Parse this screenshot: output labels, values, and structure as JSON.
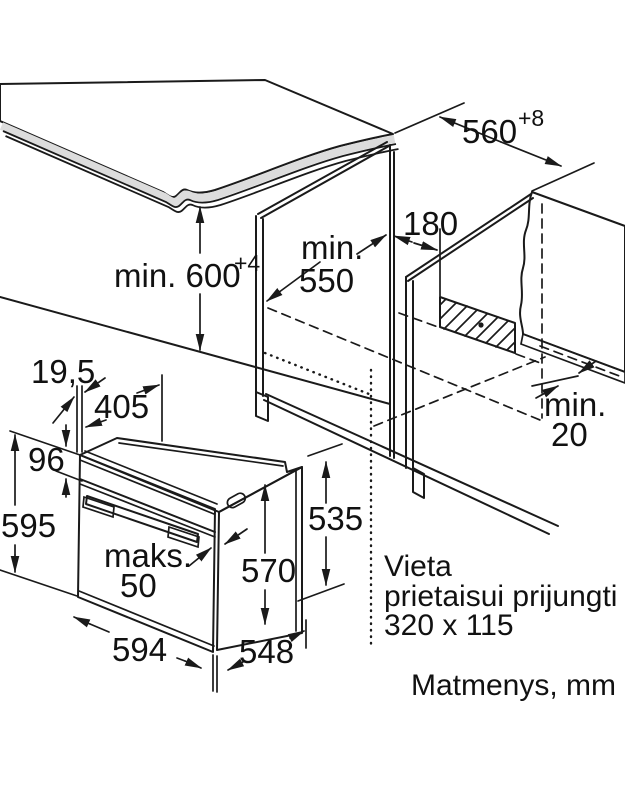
{
  "diagram": {
    "kind": "built-in oven installation drawing",
    "footer": "Matmenys, mm",
    "connection_note": {
      "line1": "Vieta",
      "line2": "prietaisui prijungti",
      "line3": "320 x 115"
    },
    "dimensions": {
      "niche_height": {
        "text": "min. 600",
        "sup": "+4"
      },
      "niche_width": {
        "text": "560",
        "sup": "+8"
      },
      "niche_depth": {
        "word": "min.",
        "value": "550"
      },
      "connection_offset": {
        "value": "180"
      },
      "rear_clearance": {
        "word": "min.",
        "value": "20"
      },
      "frame_overhang": {
        "value": "19,5"
      },
      "top_depth": {
        "value": "405"
      },
      "control_panel_height": {
        "value": "96"
      },
      "appliance_height": {
        "value": "595"
      },
      "door_protrusion": {
        "word": "maks.",
        "value": "50"
      },
      "casing_front_height": {
        "value": "570"
      },
      "casing_rear_height": {
        "value": "535"
      },
      "appliance_width": {
        "value": "594"
      },
      "casing_depth": {
        "value": "548"
      }
    },
    "colors": {
      "line": "#1a1a1a",
      "countertop": "#e9e9e9",
      "edge_band": "#dcdcdc",
      "wall_panel": "#ececec",
      "wall_edge": "#d8d8d8",
      "background": "#ffffff"
    }
  }
}
